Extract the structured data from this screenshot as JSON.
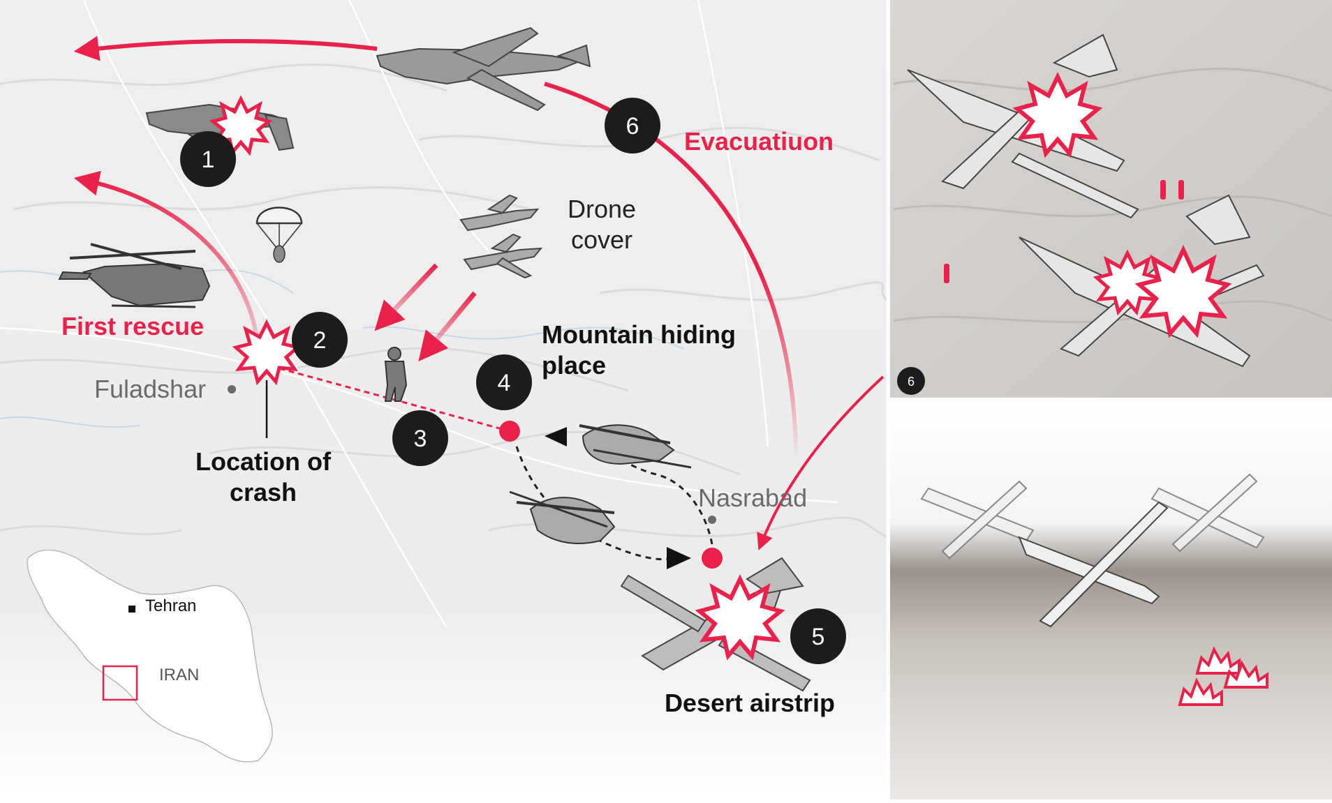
{
  "map": {
    "steps": [
      "1",
      "2",
      "3",
      "4",
      "5",
      "6"
    ],
    "inset_step": "6",
    "route_labels": {
      "evacuation": "Evacuatiuon",
      "first_rescue": "First rescue"
    },
    "annotations": {
      "drone_cover_line1": "Drone",
      "drone_cover_line2": "cover",
      "mountain_line1": "Mountain hiding",
      "mountain_line2": "place",
      "crash_line1": "Location of",
      "crash_line2": "crash",
      "desert_airstrip": "Desert airstrip"
    },
    "places": {
      "fuladshar": "Fuladshar",
      "nasrabad": "Nasrabad"
    },
    "locator": {
      "capital": "Tehran",
      "country": "IRAN"
    }
  },
  "colors": {
    "accent_red": "#e8224a",
    "marker_black": "#1c1c1c",
    "terrain_light": "#ededed",
    "place_gray": "#6b6b6b"
  },
  "icons": [
    "jet-icon",
    "explosion-icon",
    "parachute-icon",
    "helicopter-icon",
    "transport-plane-icon",
    "drone-icon",
    "soldier-icon"
  ]
}
